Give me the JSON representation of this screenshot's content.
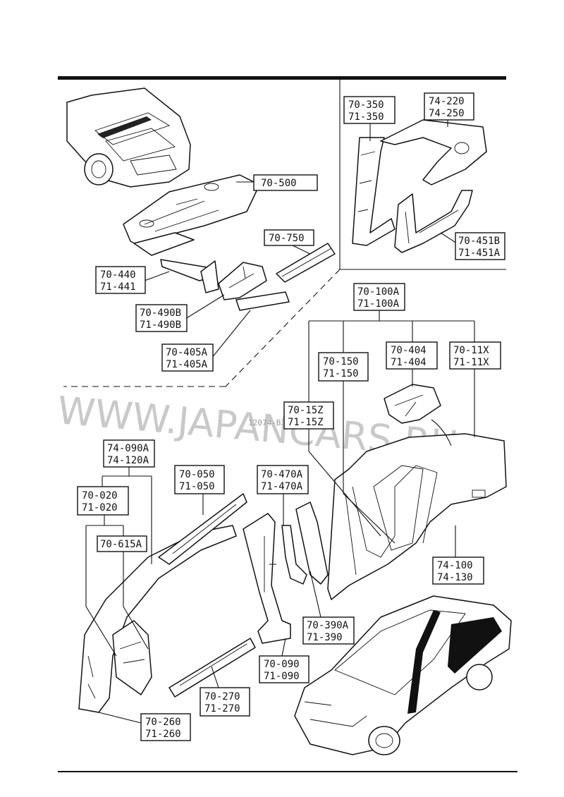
{
  "diagram": {
    "callouts": {
      "c70_500": [
        "70-500"
      ],
      "c70_750": [
        "70-750"
      ],
      "c70_440": [
        "70-440",
        "71-441"
      ],
      "c70_490": [
        "70-490B",
        "71-490B"
      ],
      "c70_405": [
        "70-405A",
        "71-405A"
      ],
      "c70_350": [
        "70-350",
        "71-350"
      ],
      "c74_220": [
        "74-220",
        "74-250"
      ],
      "c70_451": [
        "70-451B",
        "71-451A"
      ],
      "c70_100": [
        "70-100A",
        "71-100A"
      ],
      "c70_150": [
        "70-150",
        "71-150"
      ],
      "c70_404": [
        "70-404",
        "71-404"
      ],
      "c70_11x": [
        "70-11X",
        "71-11X"
      ],
      "c70_15z": [
        "70-15Z",
        "71-15Z"
      ],
      "c74_090": [
        "74-090A",
        "74-120A"
      ],
      "c70_020": [
        "70-020",
        "71-020"
      ],
      "c70_615": [
        "70-615A"
      ],
      "c70_050": [
        "70-050",
        "71-050"
      ],
      "c70_470": [
        "70-470A",
        "71-470A"
      ],
      "c74_100": [
        "74-100",
        "74-130"
      ],
      "c70_390": [
        "70-390A",
        "71-390"
      ],
      "c70_090": [
        "70-090",
        "71-090"
      ],
      "c70_270": [
        "70-270",
        "71-270"
      ],
      "c70_260": [
        "70-260",
        "71-260"
      ]
    },
    "watermark": "WWW.JAPANCARS.RU",
    "small_code": "12074-B3"
  }
}
